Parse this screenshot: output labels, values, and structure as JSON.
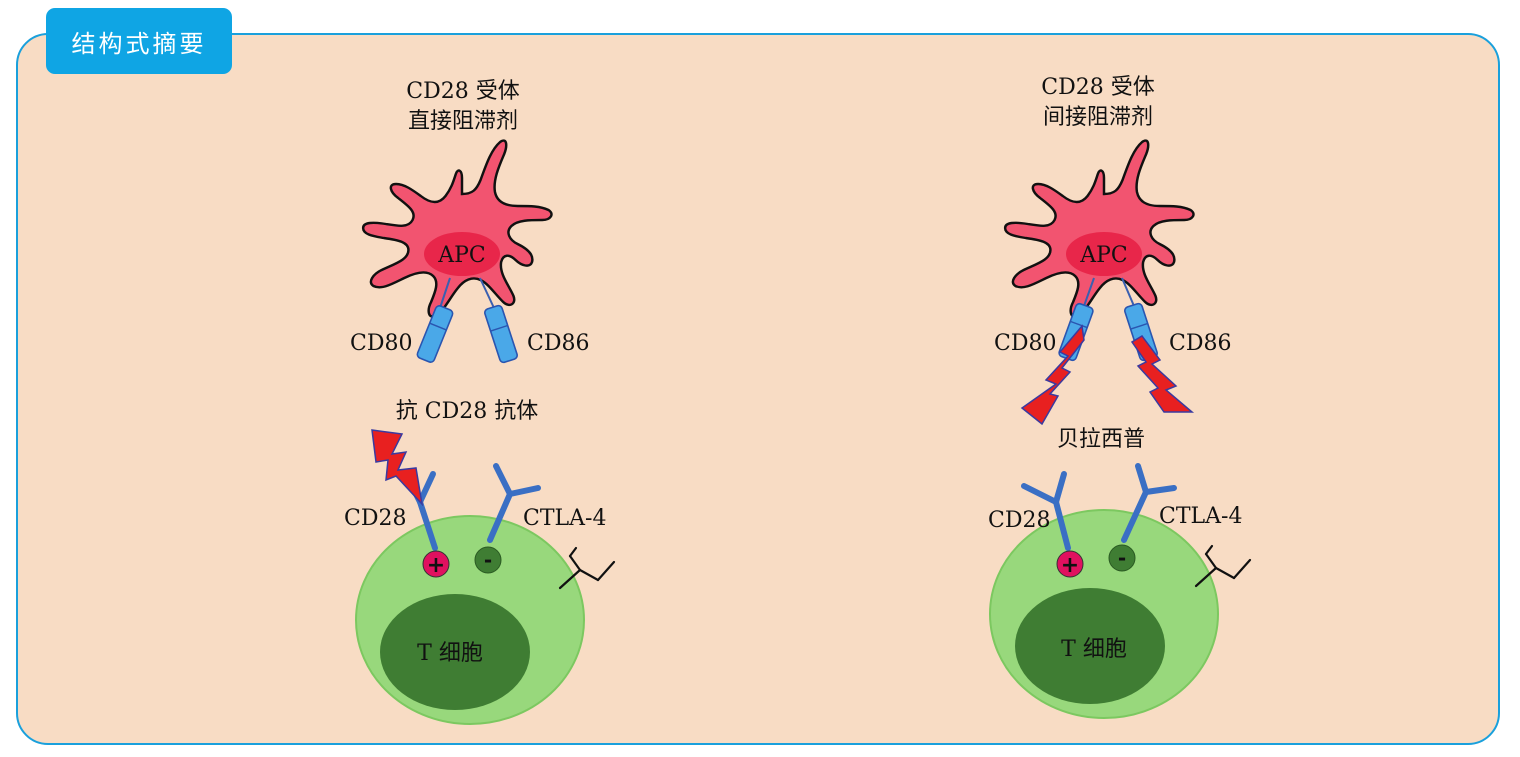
{
  "header": {
    "tab_label": "结构式摘要"
  },
  "left": {
    "title_line1": "CD28 受体",
    "title_line2": "直接阻滞剂",
    "apc_label": "APC",
    "cd80_label": "CD80",
    "cd86_label": "CD86",
    "drug_label": "抗 CD28 抗体",
    "cd28_label": "CD28",
    "ctla4_label": "CTLA-4",
    "plus_sign": "+",
    "minus_sign": "-",
    "tcell_label": "T 细胞"
  },
  "right": {
    "title_line1": "CD28 受体",
    "title_line2": "间接阻滞剂",
    "apc_label": "APC",
    "cd80_label": "CD80",
    "cd86_label": "CD86",
    "drug_label": "贝拉西普",
    "cd28_label": "CD28",
    "ctla4_label": "CTLA-4",
    "plus_sign": "+",
    "minus_sign": "-",
    "tcell_label": "T 细胞"
  },
  "colors": {
    "panel_bg": "#f8dcc4",
    "panel_border": "#1aa0dc",
    "tab_bg": "#0fa5e4",
    "apc_body": "#f25470",
    "apc_nucleus": "#e8264a",
    "receptor": "#4aa8e8",
    "antibody": "#3a6fc4",
    "tcell_body": "#98d87c",
    "tcell_nucleus": "#3f7d33",
    "plus_dot": "#e0115f",
    "minus_dot": "#3f7d33",
    "bolt": "#e82020"
  }
}
